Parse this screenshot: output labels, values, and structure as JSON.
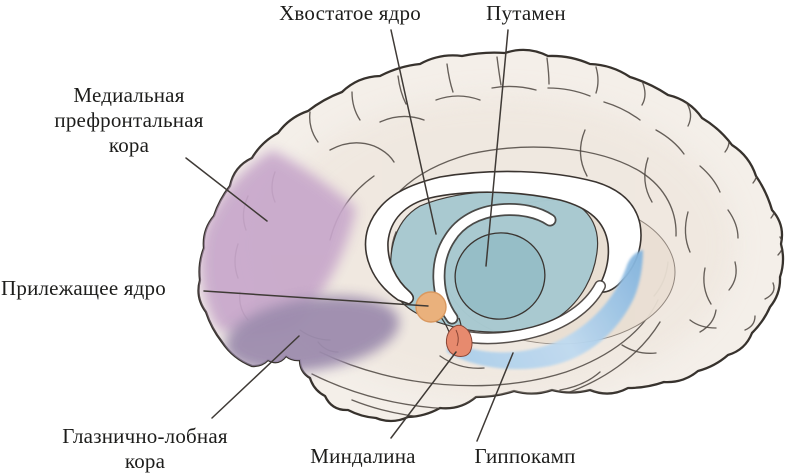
{
  "labels": {
    "caudate": "Хвостатое ядро",
    "putamen": "Путамен",
    "mpfc_lines": [
      "Медиальная",
      "префронтальная",
      "кора"
    ],
    "accumbens": "Прилежащее ядро",
    "ofc_lines": [
      "Глазнично-лобная",
      "кора"
    ],
    "amygdala": "Миндалина",
    "hippocampus": "Гиппокамп"
  },
  "colors": {
    "brain_fill": "#f4efe9",
    "brain_outline": "#37322d",
    "sulcus": "#4c453f",
    "inner_tint": "#ece2d8",
    "inner_beige": "#e9dfd3",
    "striatum_teal": "#a7c9d0",
    "putamen_teal": "#96bec7",
    "white_matter": "#ffffff",
    "hippocampus_blue": "#7fb2dd",
    "hippocampus_mid": "#a9cdea",
    "hippocampus_light": "#bfdaf0",
    "accumbens_orange": "#eab17c",
    "amygdala_red": "#e78a6e",
    "mpfc_purple": "#c7a7ca",
    "ofc_purple": "#9c8cad",
    "label_text": "#1d1d1b",
    "leader_line": "#3f3a36"
  }
}
